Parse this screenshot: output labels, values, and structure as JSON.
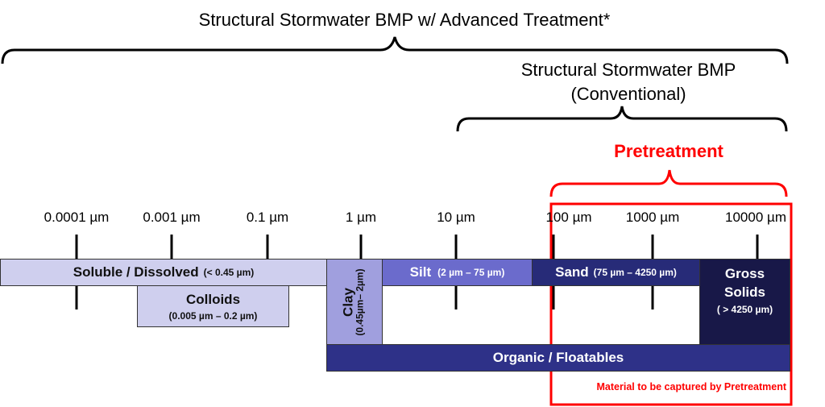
{
  "titles": {
    "advanced": "Structural Stormwater BMP w/ Advanced Treatment*",
    "conventional_line1": "Structural Stormwater BMP",
    "conventional_line2": "(Conventional)",
    "pretreatment": "Pretreatment"
  },
  "scale": {
    "ticks": [
      {
        "label": "0.0001 µm",
        "value": 0.0001
      },
      {
        "label": "0.001 µm",
        "value": 0.001
      },
      {
        "label": "0.1 µm",
        "value": 0.1
      },
      {
        "label": "1 µm",
        "value": 1
      },
      {
        "label": "10 µm",
        "value": 10
      },
      {
        "label": "100 µm",
        "value": 100
      },
      {
        "label": "1000 µm",
        "value": 1000
      },
      {
        "label": "10000 µm",
        "value": 10000
      }
    ]
  },
  "categories": {
    "soluble": {
      "label": "Soluble / Dissolved",
      "range": "(< 0.45 µm)",
      "color": "#cfcfee"
    },
    "colloids": {
      "label": "Colloids",
      "range": "(0.005 µm –  0.2 µm)",
      "color": "#cfcfee"
    },
    "clay": {
      "label": "Clay",
      "range": "(0.45µm– 2µm)",
      "color": "#a09fde"
    },
    "silt": {
      "label": "Silt",
      "range": "(2 µm –  75 µm)",
      "color": "#6b6bcc"
    },
    "sand": {
      "label": "Sand",
      "range": "(75 µm – 4250 µm)",
      "color": "#272b78"
    },
    "gross": {
      "label_line1": "Gross",
      "label_line2": "Solids",
      "range": "( > 4250 µm)",
      "color": "#181848"
    },
    "organic": {
      "label": "Organic / Floatables",
      "color": "#2e3188"
    }
  },
  "pretreatment_box": {
    "caption": "Material  to be captured by Pretreatment",
    "color": "#ff0000"
  }
}
